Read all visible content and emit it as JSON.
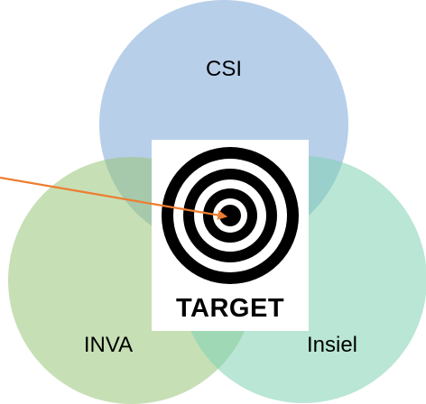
{
  "venn": {
    "top": {
      "label": "CSI",
      "color": "#7ea7d9"
    },
    "left": {
      "label": "INVA",
      "color": "#98c479"
    },
    "right": {
      "label": "Insiel",
      "color": "#7fd1b2"
    }
  },
  "target": {
    "caption": "TARGET",
    "icon": "bullseye-target-icon"
  },
  "pointer": {
    "icon": "arrow-icon",
    "color": "#ed7d31"
  }
}
